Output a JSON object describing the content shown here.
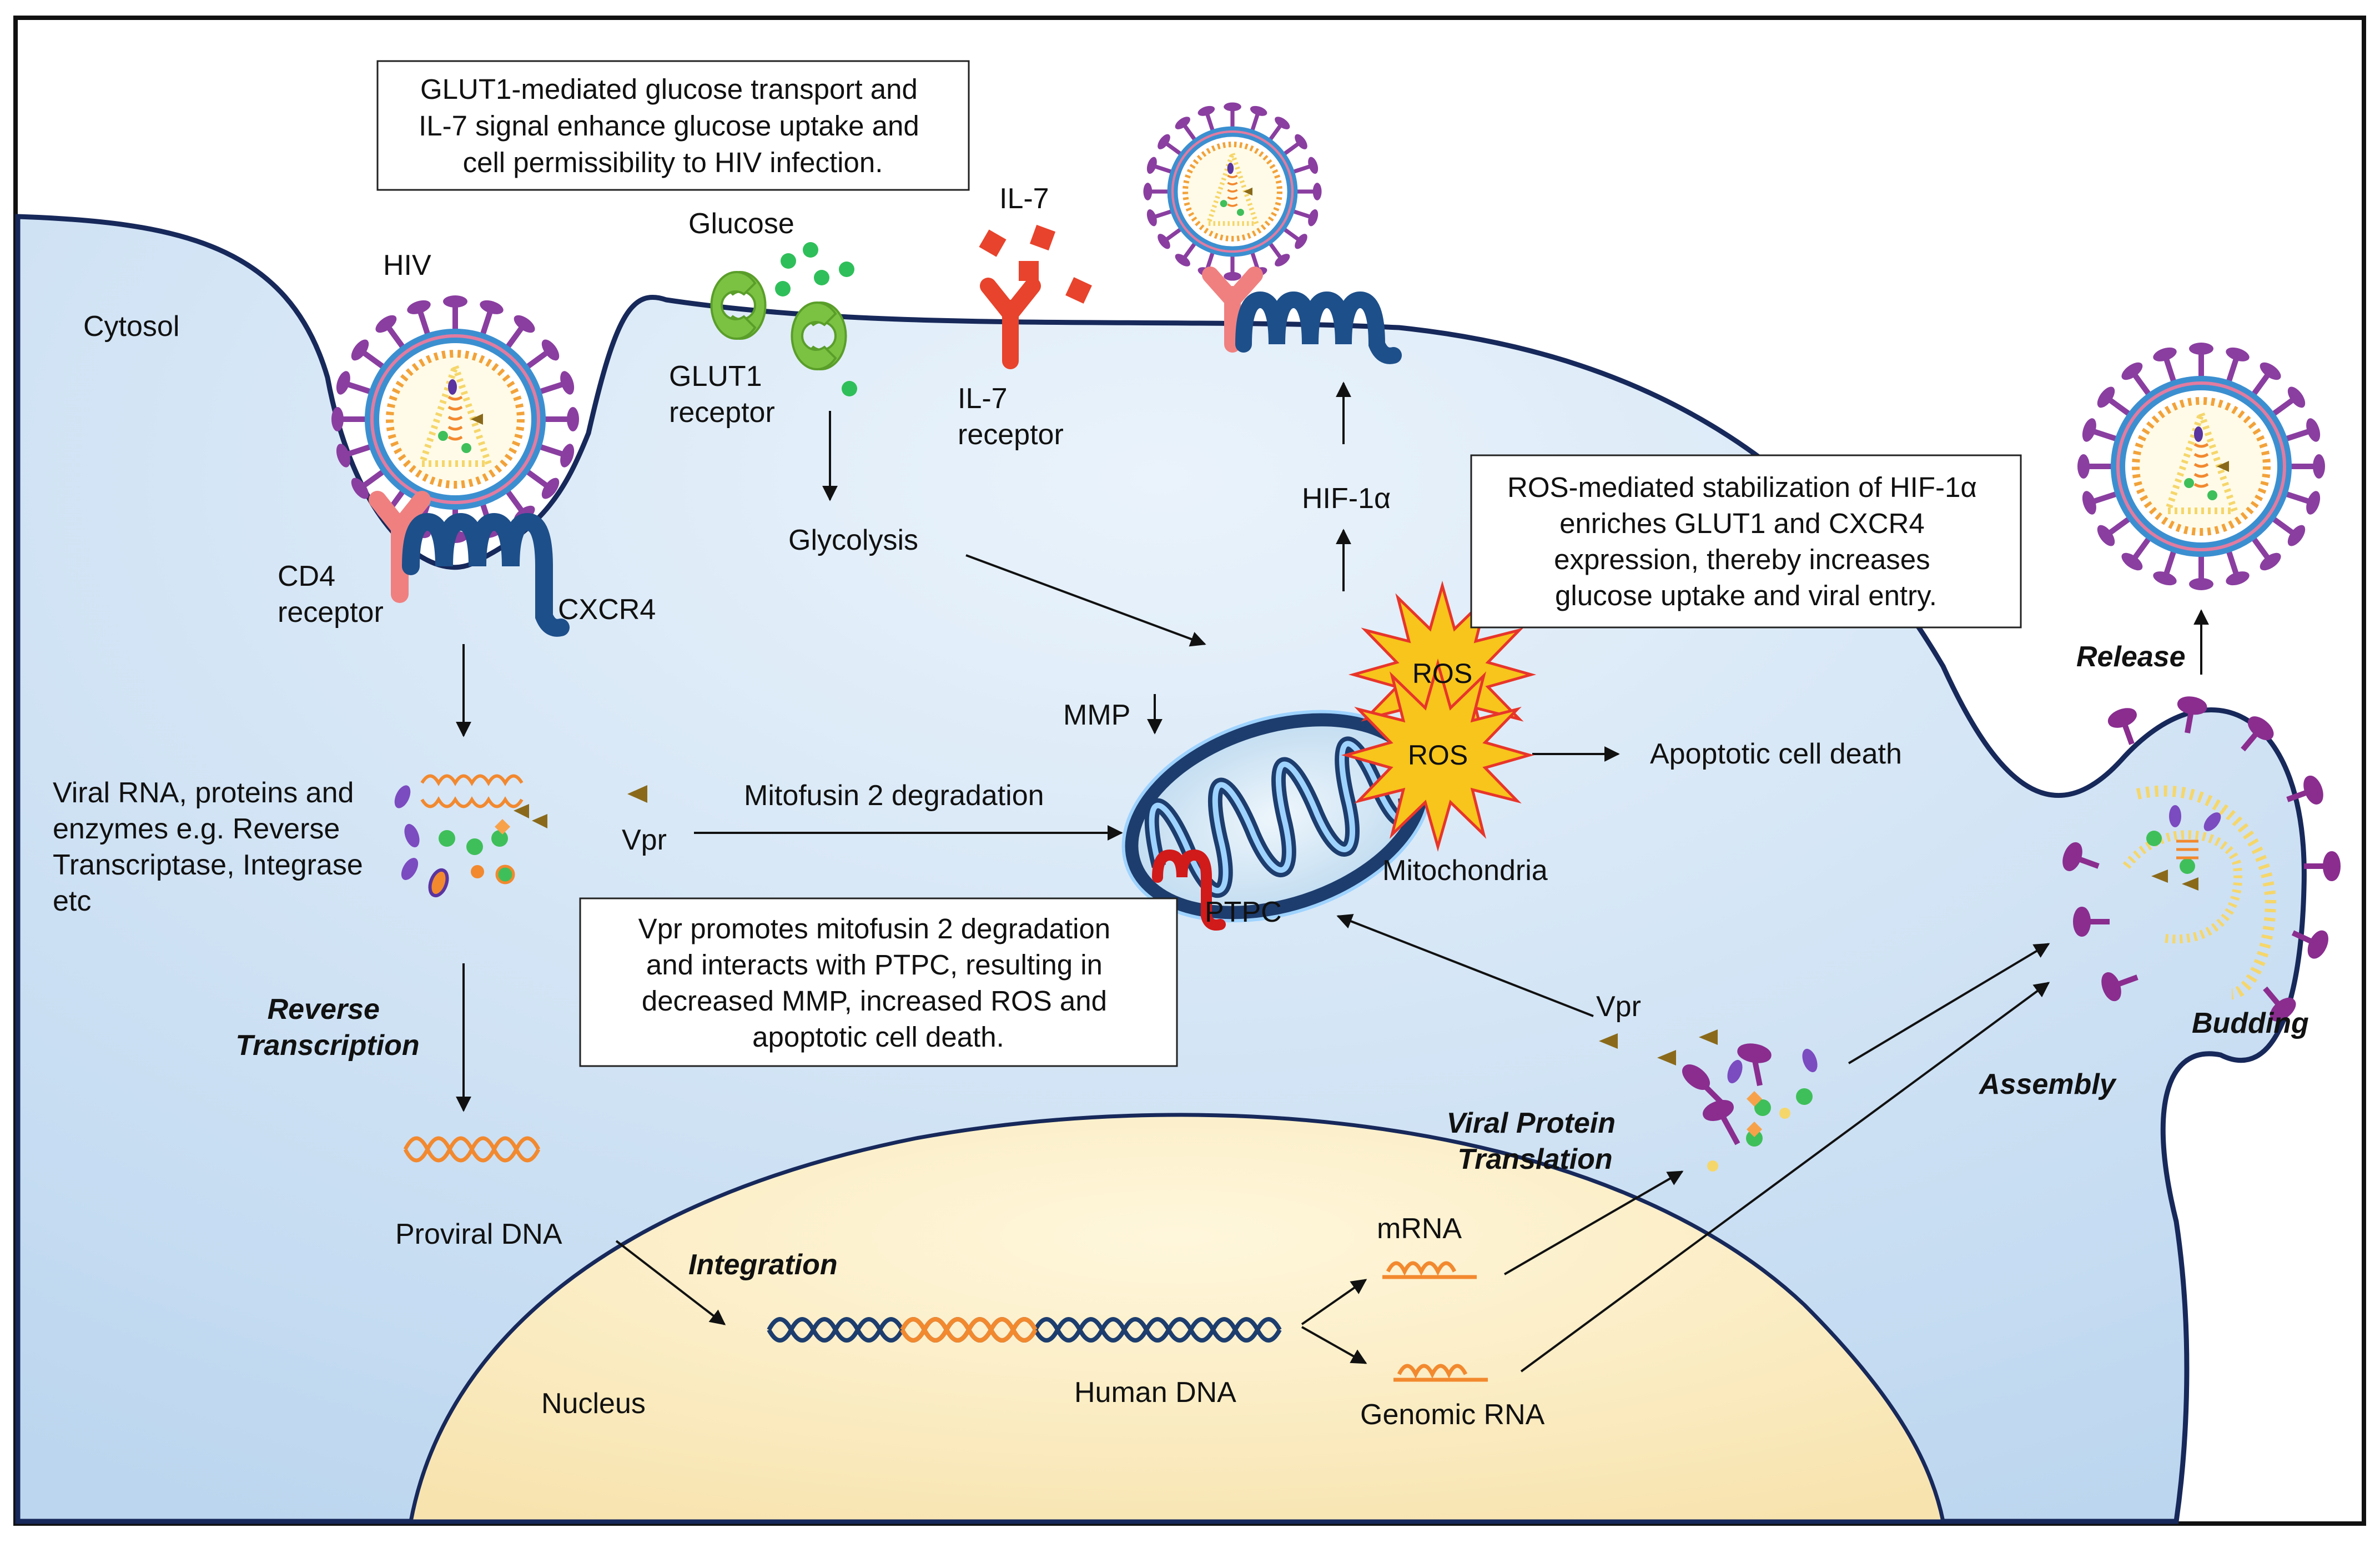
{
  "labels": {
    "cytosol": "Cytosol",
    "hiv": "HIV",
    "glucose": "Glucose",
    "il7": "IL-7",
    "glut1_receptor": [
      "GLUT1",
      "receptor"
    ],
    "il7_receptor": [
      "IL-7",
      "receptor"
    ],
    "cd4_receptor": [
      "CD4",
      "receptor"
    ],
    "cxcr4": "CXCR4",
    "glycolysis": "Glycolysis",
    "hif1a": "HIF-1α",
    "mmp": "MMP",
    "ros_1": "ROS",
    "ros_2": "ROS",
    "apoptotic": "Apoptotic cell death",
    "viral_components": [
      "Viral RNA, proteins and",
      "enzymes e.g. Reverse",
      "Transcriptase, Integrase",
      "etc"
    ],
    "vpr_left": "Vpr",
    "mitofusin": "Mitofusin 2 degradation",
    "mitochondria": "Mitochondria",
    "ptpc": "PTPC",
    "reverse_transcription": [
      "Reverse",
      "Transcription"
    ],
    "proviral_dna": "Proviral DNA",
    "integration": "Integration",
    "nucleus": "Nucleus",
    "human_dna": "Human DNA",
    "mrna": "mRNA",
    "genomic_rna": "Genomic RNA",
    "viral_protein_translation": [
      "Viral Protein",
      "Translation"
    ],
    "vpr_right": "Vpr",
    "assembly": "Assembly",
    "budding": "Budding",
    "release": "Release"
  },
  "boxes": {
    "glut1_box": [
      "GLUT1-mediated glucose transport and",
      "IL-7 signal enhance glucose uptake and",
      "cell permissibility to HIV infection."
    ],
    "ros_box": [
      "ROS-mediated stabilization of HIF-1α",
      "enriches GLUT1 and CXCR4",
      "expression, thereby increases",
      "glucose uptake and viral entry."
    ],
    "vpr_box": [
      "Vpr promotes mitofusin 2 degradation",
      "and interacts with PTPC, resulting in",
      "decreased MMP, increased ROS and",
      "apoptotic cell death."
    ]
  },
  "colors": {
    "cytosol_fill": "#cfe1f3",
    "nucleus_fill": "#fbeec4",
    "membrane": "#17285a",
    "virus_spike": "#8a3ea0",
    "virus_shell": "#3b8fd0",
    "rna_orange": "#f2892f",
    "dna_blue": "#1d3d6e",
    "glut1_green": "#7cc242",
    "il7_red": "#e8432c",
    "cd4_pink": "#f08080",
    "ros_fill": "#f7c51b",
    "ros_stroke": "#e8352a",
    "vpr_brown": "#8a6a1a"
  }
}
